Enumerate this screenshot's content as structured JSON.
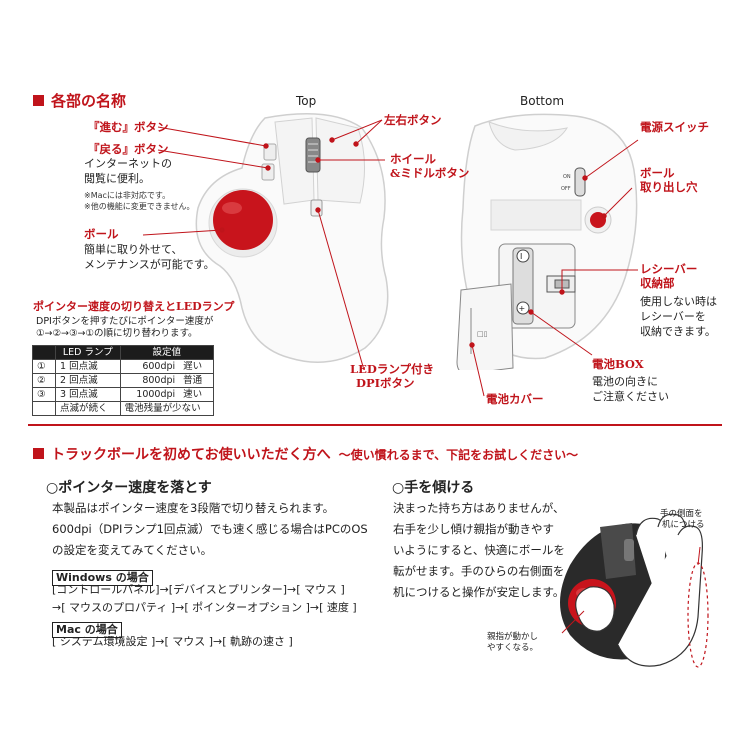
{
  "section1": {
    "title": "各部の名称",
    "top_label": "Top",
    "bottom_label": "Bottom",
    "labels": {
      "forward": "『進む』ボタン",
      "back": "『戻る』ボタン",
      "back_desc": [
        "インターネットの",
        "閲覧に便利。"
      ],
      "notes": [
        "※Macには非対応です。",
        "※他の機能に変更できません。"
      ],
      "lr_button": "左右ボタン",
      "wheel": [
        "ホイール",
        "&ミドルボタン"
      ],
      "ball": "ボール",
      "ball_desc": [
        "簡単に取り外せて、",
        "メンテナンスが可能です。"
      ],
      "led_dpi": [
        "LEDランプ付き",
        "DPIボタン"
      ],
      "power_switch": "電源スイッチ",
      "ball_eject": [
        "ボール",
        "取り出し穴"
      ],
      "receiver": [
        "レシーバー",
        "収納部"
      ],
      "receiver_desc": [
        "使用しない時は",
        "レシーバーを",
        "収納できます。"
      ],
      "battery_box": "電池BOX",
      "battery_desc": [
        "電池の向きに",
        "ご注意ください"
      ],
      "battery_cover": "電池カバー",
      "switch_on": "ON",
      "switch_off": "OFF"
    },
    "dpi": {
      "title": "ポインター速度の切り替えとLEDランプ",
      "desc": [
        "DPIボタンを押すたびにポインター速度が",
        "①→②→③→①の順に切り替わります。"
      ],
      "headers": [
        "LED ランプ",
        "設定値"
      ],
      "rows": [
        {
          "no": "①",
          "led": "1 回点滅",
          "dpi": "600dpi",
          "speed": "遅い"
        },
        {
          "no": "②",
          "led": "2 回点滅",
          "dpi": "800dpi",
          "speed": "普通"
        },
        {
          "no": "③",
          "led": "3 回点滅",
          "dpi": "1000dpi",
          "speed": "速い"
        },
        {
          "no": "",
          "led": "点滅が続く",
          "dpi": "電池残量が少ない",
          "speed": ""
        }
      ]
    }
  },
  "section2": {
    "title": "トラックボールを初めてお使いいただく方へ",
    "subtitle": "～使い慣れるまで、下記をお試しください～",
    "left": {
      "heading": "○ポインター速度を落とす",
      "lines": [
        "本製品はポインター速度を3段階で切り替えられます。",
        "600dpi（DPIランプ1回点滅）でも速く感じる場合はPCのOS",
        "の設定を変えてみてください。"
      ],
      "windows_tag": "Windows の場合",
      "windows_lines": [
        "[コントロールパネル]→[デバイスとプリンター]→[ マウス ]",
        "→[ マウスのプロパティ ]→[ ポインターオプション ]→[ 速度 ]"
      ],
      "mac_tag": "Mac の場合",
      "mac_line": "[ システム環境設定 ]→[ マウス ]→[ 軌跡の速さ ]"
    },
    "right": {
      "heading": "○手を傾ける",
      "lines": [
        "決まった持ち方はありませんが、",
        "右手を少し傾け親指が動きやす",
        "いようにすると、快適にボールを",
        "転がせます。手のひらの右側面を",
        "机につけると操作が安定します。"
      ],
      "callout_side": [
        "手の側面を",
        "机につける"
      ],
      "callout_thumb": [
        "親指が動かし",
        "やすくなる。"
      ]
    }
  },
  "colors": {
    "accent": "#c0141b",
    "ball": "#c8141c"
  }
}
